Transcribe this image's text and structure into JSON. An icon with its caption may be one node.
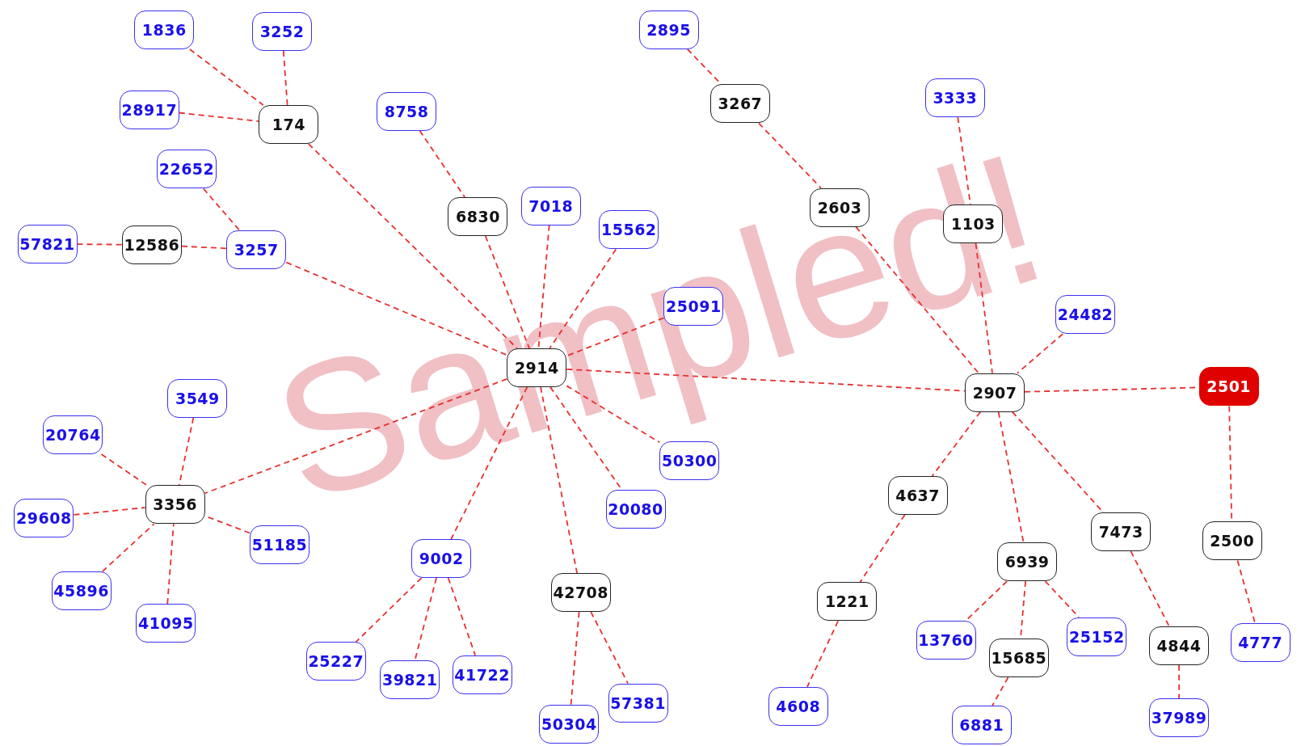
{
  "diagram": {
    "nodes": [
      {
        "text": [
          "1836"
        ]
      },
      {
        "text": [
          "3252"
        ]
      },
      {
        "text": [
          "2895"
        ]
      },
      {
        "text": [
          "28917"
        ]
      },
      {
        "text": [
          "174"
        ]
      },
      {
        "text": [
          "8758"
        ]
      },
      {
        "text": [
          "3267"
        ]
      },
      {
        "text": [
          "3333"
        ]
      },
      {
        "text": [
          "22652"
        ]
      },
      {
        "text": [
          "6830"
        ]
      },
      {
        "text": [
          "7018"
        ]
      },
      {
        "text": [
          "15562"
        ]
      },
      {
        "text": [
          "2603"
        ]
      },
      {
        "text": [
          "1103"
        ]
      },
      {
        "text": [
          "57821"
        ]
      },
      {
        "text": [
          "12586"
        ]
      },
      {
        "text": [
          "3257"
        ]
      },
      {
        "text": [
          "25091"
        ]
      },
      {
        "text": [
          "24482"
        ]
      },
      {
        "text": [
          "2914"
        ]
      },
      {
        "text": [
          "2907"
        ]
      },
      {
        "text": [
          "2501"
        ]
      },
      {
        "text": [
          "3549"
        ]
      },
      {
        "text": [
          "20764"
        ]
      },
      {
        "text": [
          "50300"
        ]
      },
      {
        "text": [
          "3356"
        ]
      },
      {
        "text": [
          "4637"
        ]
      },
      {
        "text": [
          "29608"
        ]
      },
      {
        "text": [
          "20080"
        ]
      },
      {
        "text": [
          "51185"
        ]
      },
      {
        "text": [
          "7473"
        ]
      },
      {
        "text": [
          "2500"
        ]
      },
      {
        "text": [
          "9002"
        ]
      },
      {
        "text": [
          "6939"
        ]
      },
      {
        "text": [
          "45896"
        ]
      },
      {
        "text": [
          "42708"
        ]
      },
      {
        "text": [
          "1221"
        ]
      },
      {
        "text": [
          "41095"
        ]
      },
      {
        "text": [
          "13760"
        ]
      },
      {
        "text": [
          "25152"
        ]
      },
      {
        "text": [
          "4777"
        ]
      },
      {
        "text": [
          "4844"
        ]
      },
      {
        "text": [
          "15685"
        ]
      },
      {
        "text": [
          "25227"
        ]
      },
      {
        "text": [
          "41722"
        ]
      },
      {
        "text": [
          "39821"
        ]
      },
      {
        "text": [
          "57381"
        ]
      },
      {
        "text": [
          "4608"
        ]
      },
      {
        "text": [
          "50304"
        ]
      },
      {
        "text": [
          "37989"
        ]
      },
      {
        "text": [
          "6881"
        ]
      }
    ],
    "edges": [
      {
        "from": 0,
        "to": 4,
        "arrow": "none",
        "style": "dashed"
      },
      {
        "from": 1,
        "to": 4,
        "arrow": "none",
        "style": "dashed"
      },
      {
        "from": 3,
        "to": 4,
        "arrow": "none",
        "style": "dashed"
      },
      {
        "from": 4,
        "to": 19,
        "arrow": "none",
        "style": "dashed"
      },
      {
        "from": 5,
        "to": 9,
        "arrow": "none",
        "style": "dashed"
      },
      {
        "from": 9,
        "to": 19,
        "arrow": "none",
        "style": "dashed"
      },
      {
        "from": 10,
        "to": 19,
        "arrow": "none",
        "style": "dashed"
      },
      {
        "from": 11,
        "to": 19,
        "arrow": "none",
        "style": "dashed"
      },
      {
        "from": 17,
        "to": 19,
        "arrow": "none",
        "style": "dashed"
      },
      {
        "from": 8,
        "to": 16,
        "arrow": "none",
        "style": "dashed"
      },
      {
        "from": 14,
        "to": 15,
        "arrow": "none",
        "style": "dashed"
      },
      {
        "from": 15,
        "to": 16,
        "arrow": "none",
        "style": "dashed"
      },
      {
        "from": 16,
        "to": 19,
        "arrow": "none",
        "style": "dashed"
      },
      {
        "from": 2,
        "to": 6,
        "arrow": "none",
        "style": "dashed"
      },
      {
        "from": 6,
        "to": 12,
        "arrow": "none",
        "style": "dashed"
      },
      {
        "from": 12,
        "to": 20,
        "arrow": "none",
        "style": "dashed"
      },
      {
        "from": 7,
        "to": 13,
        "arrow": "none",
        "style": "dashed"
      },
      {
        "from": 13,
        "to": 20,
        "arrow": "none",
        "style": "dashed"
      },
      {
        "from": 18,
        "to": 20,
        "arrow": "none",
        "style": "dashed"
      },
      {
        "from": 19,
        "to": 20,
        "arrow": "none",
        "style": "dashed"
      },
      {
        "from": 20,
        "to": 21,
        "arrow": "none",
        "style": "dashed"
      },
      {
        "from": 21,
        "to": 31,
        "arrow": "none",
        "style": "dashed"
      },
      {
        "from": 31,
        "to": 40,
        "arrow": "none",
        "style": "dashed"
      },
      {
        "from": 19,
        "to": 24,
        "arrow": "none",
        "style": "dashed"
      },
      {
        "from": 19,
        "to": 28,
        "arrow": "none",
        "style": "dashed"
      },
      {
        "from": 19,
        "to": 35,
        "arrow": "none",
        "style": "dashed"
      },
      {
        "from": 19,
        "to": 32,
        "arrow": "none",
        "style": "dashed"
      },
      {
        "from": 19,
        "to": 25,
        "arrow": "none",
        "style": "dashed"
      },
      {
        "from": 22,
        "to": 25,
        "arrow": "none",
        "style": "dashed"
      },
      {
        "from": 23,
        "to": 25,
        "arrow": "none",
        "style": "dashed"
      },
      {
        "from": 27,
        "to": 25,
        "arrow": "none",
        "style": "dashed"
      },
      {
        "from": 29,
        "to": 25,
        "arrow": "none",
        "style": "dashed"
      },
      {
        "from": 34,
        "to": 25,
        "arrow": "none",
        "style": "dashed"
      },
      {
        "from": 37,
        "to": 25,
        "arrow": "none",
        "style": "dashed"
      },
      {
        "from": 32,
        "to": 43,
        "arrow": "none",
        "style": "dashed"
      },
      {
        "from": 32,
        "to": 45,
        "arrow": "none",
        "style": "dashed"
      },
      {
        "from": 32,
        "to": 44,
        "arrow": "none",
        "style": "dashed"
      },
      {
        "from": 35,
        "to": 48,
        "arrow": "none",
        "style": "dashed"
      },
      {
        "from": 35,
        "to": 46,
        "arrow": "none",
        "style": "dashed"
      },
      {
        "from": 20,
        "to": 26,
        "arrow": "none",
        "style": "dashed"
      },
      {
        "from": 26,
        "to": 36,
        "arrow": "none",
        "style": "dashed"
      },
      {
        "from": 36,
        "to": 47,
        "arrow": "none",
        "style": "dashed"
      },
      {
        "from": 20,
        "to": 33,
        "arrow": "none",
        "style": "dashed"
      },
      {
        "from": 33,
        "to": 38,
        "arrow": "none",
        "style": "dashed"
      },
      {
        "from": 33,
        "to": 39,
        "arrow": "none",
        "style": "dashed"
      },
      {
        "from": 33,
        "to": 42,
        "arrow": "none",
        "style": "dashed"
      },
      {
        "from": 42,
        "to": 50,
        "arrow": "none",
        "style": "dashed"
      },
      {
        "from": 20,
        "to": 30,
        "arrow": "none",
        "style": "dashed"
      },
      {
        "from": 30,
        "to": 41,
        "arrow": "none",
        "style": "dashed"
      },
      {
        "from": 41,
        "to": 49,
        "arrow": "none",
        "style": "dashed"
      }
    ],
    "labels": [
      "Sampled!"
    ]
  }
}
